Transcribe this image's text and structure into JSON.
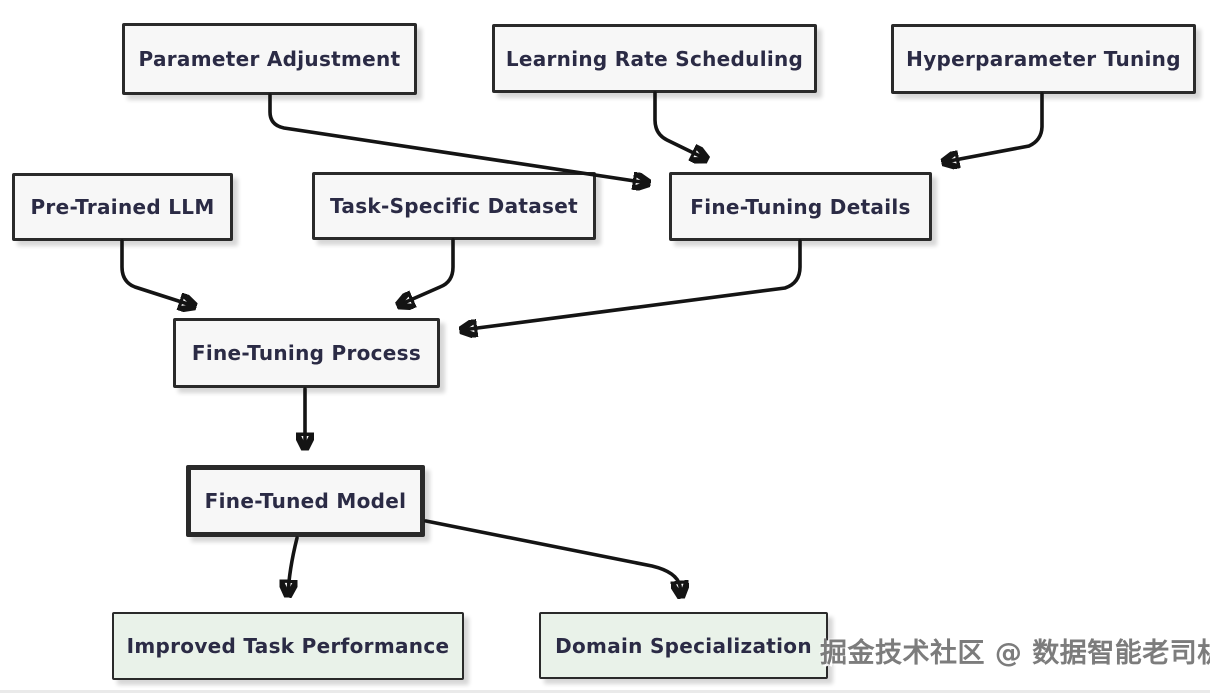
{
  "diagram": {
    "type": "flowchart",
    "nodes": [
      {
        "id": "parameter_adjustment",
        "label": "Parameter Adjustment",
        "style": "default"
      },
      {
        "id": "learning_rate_scheduling",
        "label": "Learning Rate Scheduling",
        "style": "default"
      },
      {
        "id": "hyperparameter_tuning",
        "label": "Hyperparameter Tuning",
        "style": "default"
      },
      {
        "id": "pre_trained_llm",
        "label": "Pre-Trained LLM",
        "style": "default"
      },
      {
        "id": "task_specific_dataset",
        "label": "Task-Specific Dataset",
        "style": "default"
      },
      {
        "id": "fine_tuning_details",
        "label": "Fine-Tuning Details",
        "style": "default"
      },
      {
        "id": "fine_tuning_process",
        "label": "Fine-Tuning Process",
        "style": "default"
      },
      {
        "id": "fine_tuned_model",
        "label": "Fine-Tuned Model",
        "style": "emphasis"
      },
      {
        "id": "improved_task_performance",
        "label": "Improved Task Performance",
        "style": "outcome"
      },
      {
        "id": "domain_specialization",
        "label": "Domain Specialization",
        "style": "outcome"
      }
    ],
    "edges": [
      {
        "from": "parameter_adjustment",
        "to": "fine_tuning_details"
      },
      {
        "from": "learning_rate_scheduling",
        "to": "fine_tuning_details"
      },
      {
        "from": "hyperparameter_tuning",
        "to": "fine_tuning_details"
      },
      {
        "from": "pre_trained_llm",
        "to": "fine_tuning_process"
      },
      {
        "from": "task_specific_dataset",
        "to": "fine_tuning_process"
      },
      {
        "from": "fine_tuning_details",
        "to": "fine_tuning_process"
      },
      {
        "from": "fine_tuning_process",
        "to": "fine_tuned_model"
      },
      {
        "from": "fine_tuned_model",
        "to": "improved_task_performance"
      },
      {
        "from": "fine_tuned_model",
        "to": "domain_specialization"
      }
    ],
    "watermark": "掘金技术社区 @ 数据智能老司机",
    "colors": {
      "canvas_bg": "#ffffff",
      "node_fill": "#f7f7f7",
      "node_border": "#2a2a2a",
      "node_text": "#2b2b45",
      "outcome_fill": "#e9f2e9",
      "arrow": "#141414"
    }
  }
}
